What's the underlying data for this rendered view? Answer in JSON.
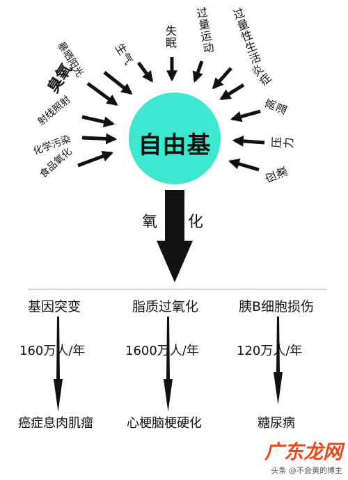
{
  "center": {
    "label": "自由基",
    "color": "#3de8cf"
  },
  "causes": [
    "食品氧化",
    "化学污染",
    "射线照射",
    "臭氧",
    "暴晒阳光",
    "生气",
    "失眠",
    "过量运动",
    "过量性生活",
    "炎症",
    "高温",
    "压力",
    "应激"
  ],
  "process": {
    "left": "氧",
    "right": "化"
  },
  "columns": [
    {
      "title": "基因突变",
      "rate": "160万人/年",
      "disease": "癌症息肉肌瘤"
    },
    {
      "title": "脂质过氧化",
      "rate": "1600万人/年",
      "disease": "心梗脑梗硬化"
    },
    {
      "title": "胰B细胞损伤",
      "rate": "120万人/年",
      "disease": "糖尿病"
    }
  ],
  "watermark": {
    "brand": "广东龙网",
    "note": "头条 @不会黄的博主"
  }
}
